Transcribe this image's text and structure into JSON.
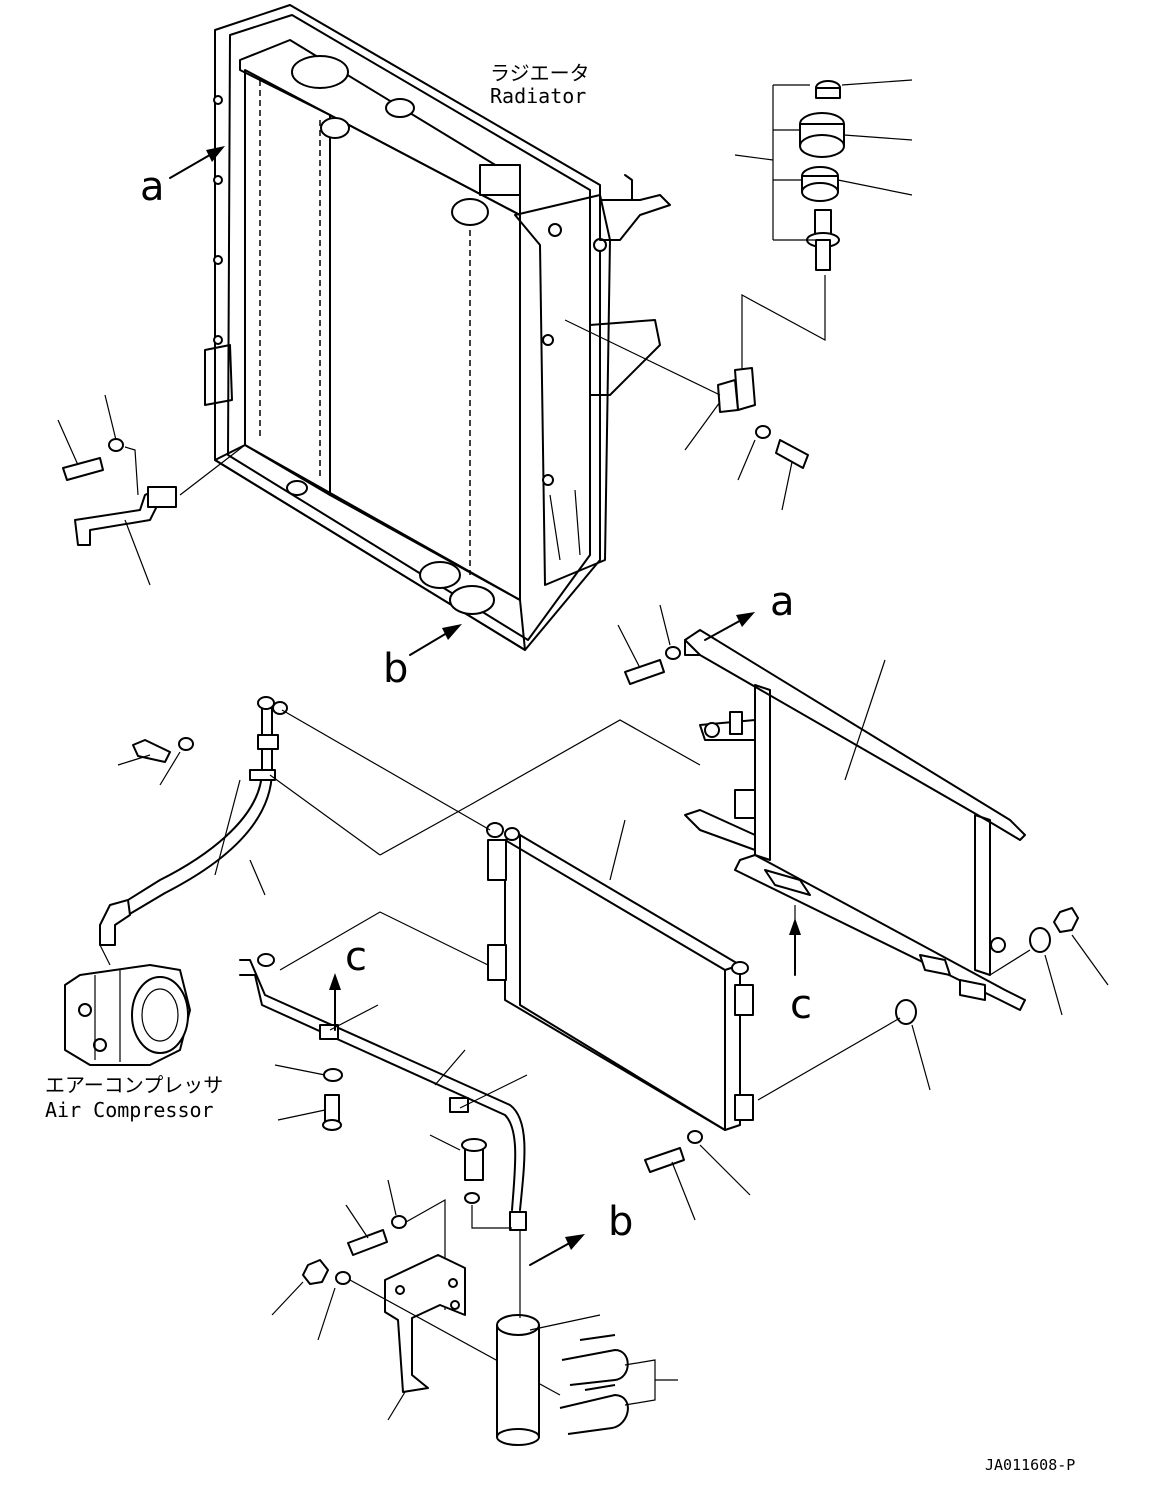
{
  "radiator": {
    "label_jp": "ラジエータ",
    "label_en": "Radiator"
  },
  "compressor": {
    "label_jp": "エアーコンプレッサ",
    "label_en": "Air Compressor"
  },
  "view_markers": {
    "a": "a",
    "b": "b",
    "c": "c"
  },
  "figure_code": "JA011608-P"
}
